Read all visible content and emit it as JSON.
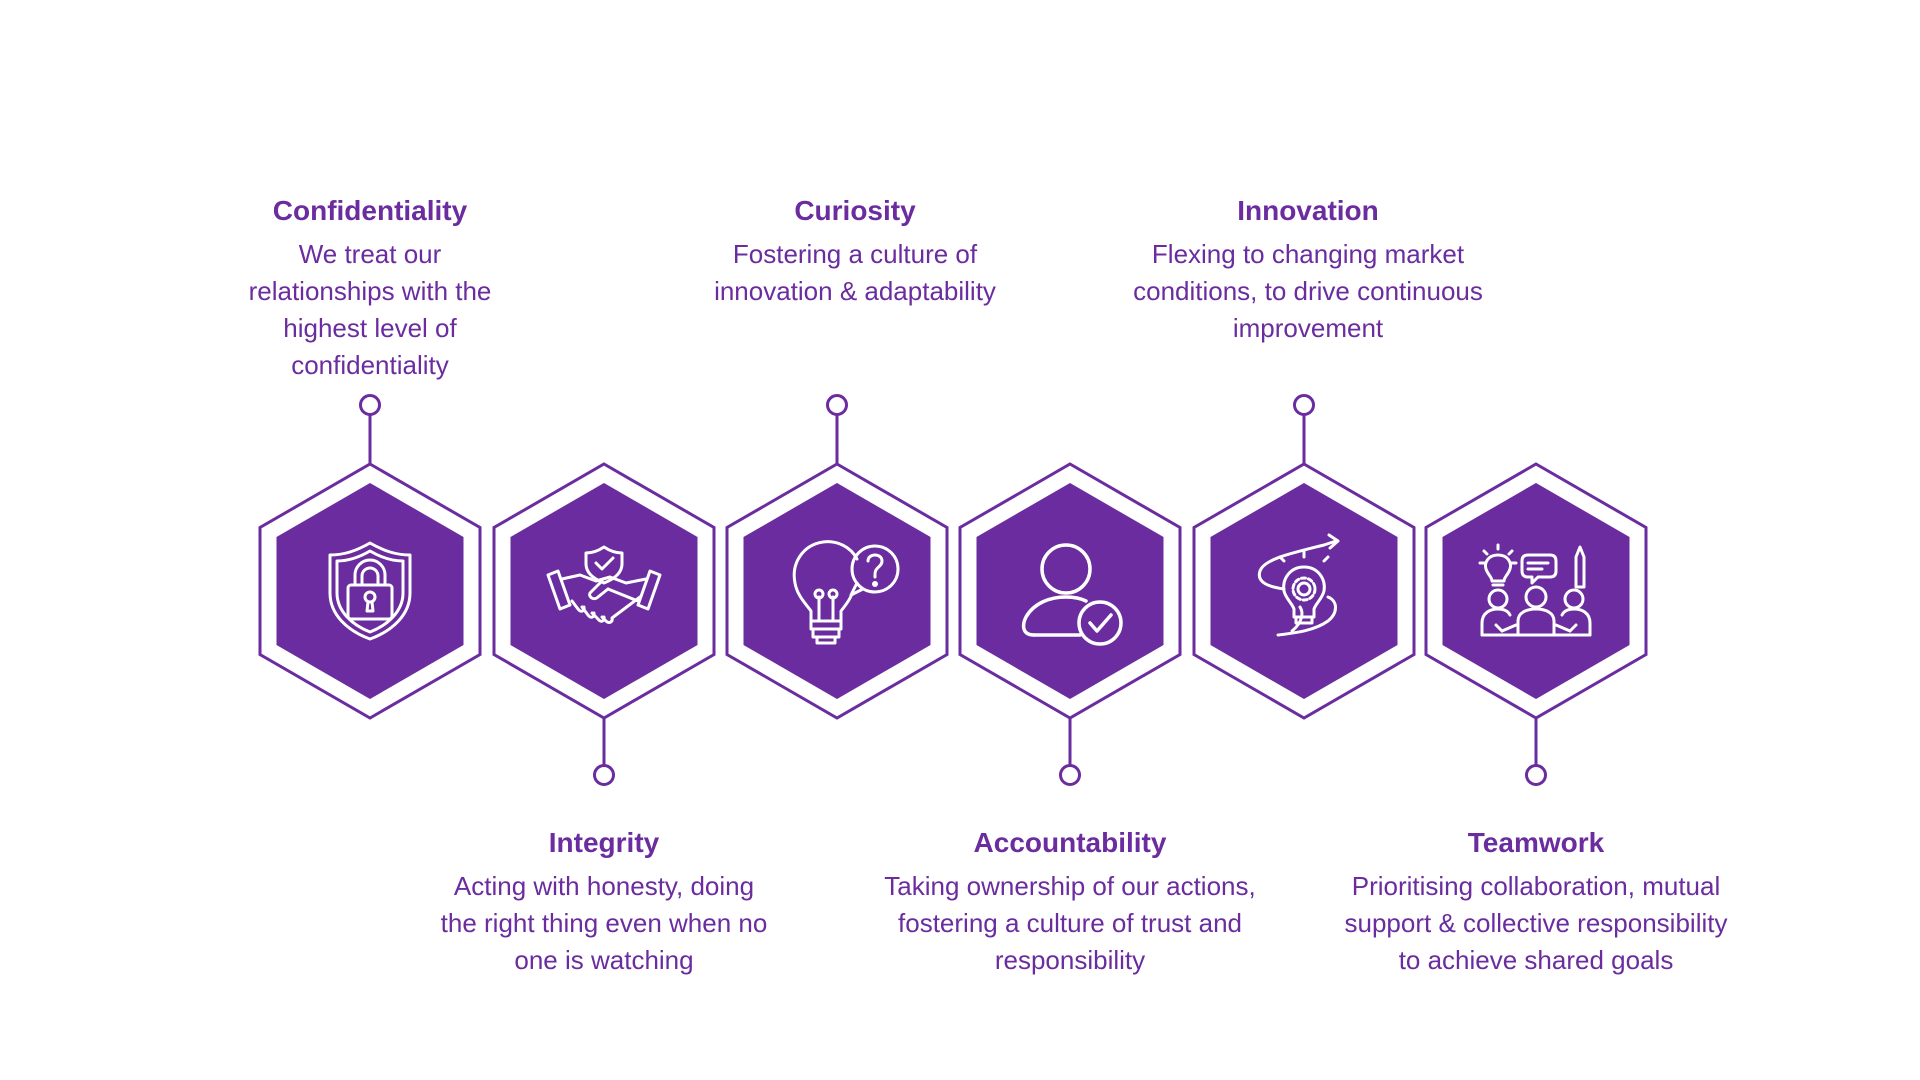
{
  "colors": {
    "accent": "#6a2c9e",
    "background": "#ffffff",
    "icon": "#ffffff"
  },
  "values": [
    {
      "id": "confidentiality",
      "title": "Confidentiality",
      "desc": "We treat our relationships with the highest level of confidentiality",
      "icon": "shield-lock-icon"
    },
    {
      "id": "integrity",
      "title": "Integrity",
      "desc": "Acting with honesty, doing the right thing even when no one is watching",
      "icon": "handshake-icon"
    },
    {
      "id": "curiosity",
      "title": "Curiosity",
      "desc": "Fostering a culture of innovation & adaptability",
      "icon": "lightbulb-question-icon"
    },
    {
      "id": "accountability",
      "title": "Accountability",
      "desc": "Taking ownership of our actions, fostering a culture of trust and responsibility",
      "icon": "user-check-icon"
    },
    {
      "id": "innovation",
      "title": "Innovation",
      "desc": "Flexing to changing market conditions, to drive continuous improvement",
      "icon": "bulb-gear-icon"
    },
    {
      "id": "teamwork",
      "title": "Teamwork",
      "desc": "Prioritising collaboration, mutual support & collective responsibility to achieve shared goals",
      "icon": "team-ideas-icon"
    }
  ]
}
